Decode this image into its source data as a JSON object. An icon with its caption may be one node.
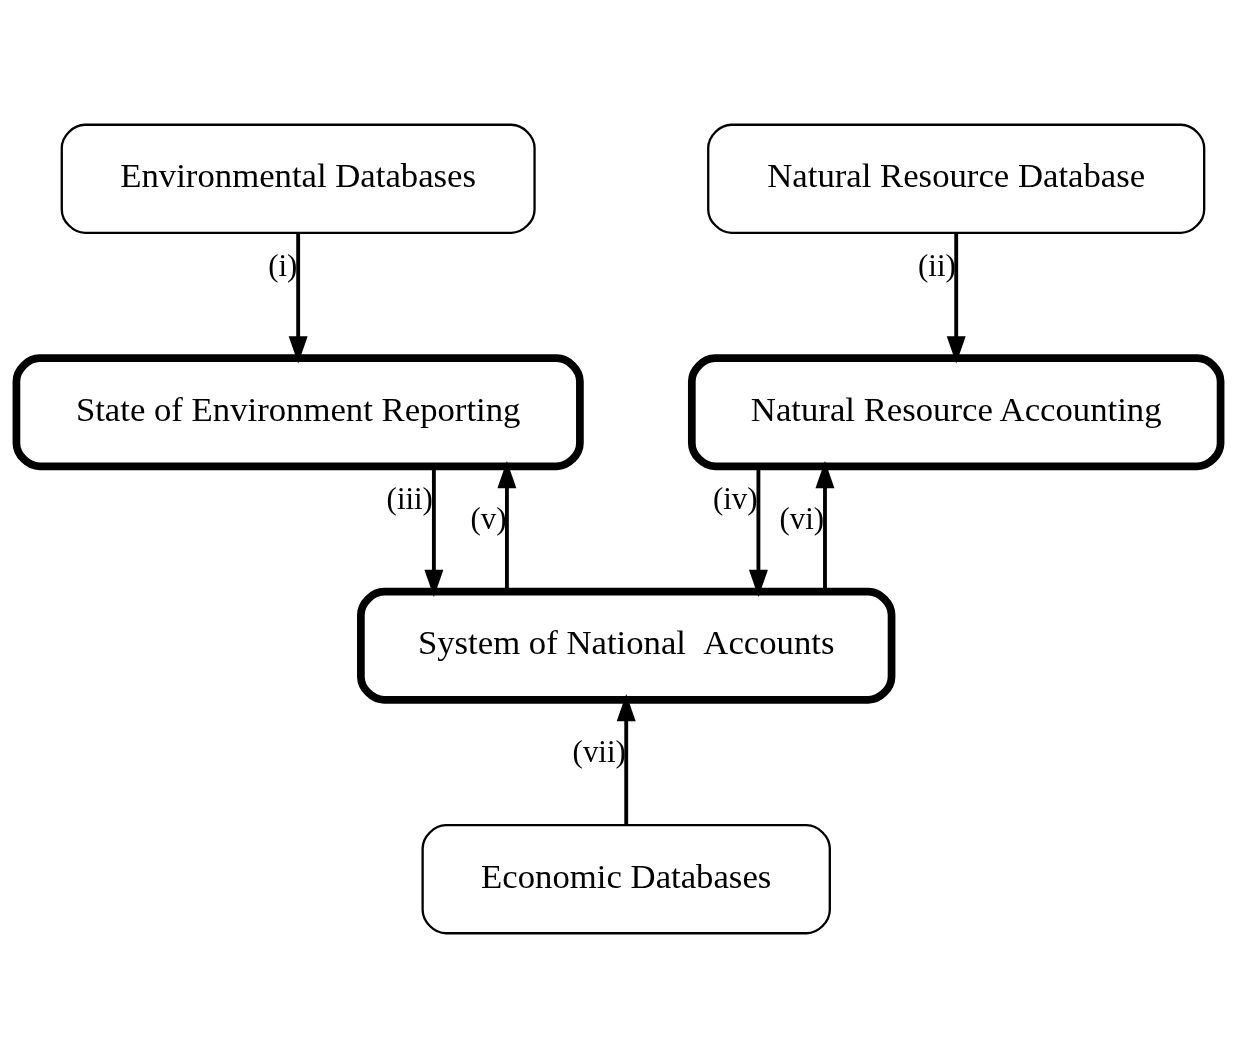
{
  "diagram": {
    "nodes": [
      {
        "text": [
          "Environmental Databases"
        ]
      },
      {
        "text": [
          "Natural Resource Database"
        ]
      },
      {
        "text": [
          "State of Environment Reporting"
        ]
      },
      {
        "text": [
          "Natural Resource Accounting"
        ]
      },
      {
        "text": [
          "System of National  Accounts"
        ]
      },
      {
        "text": [
          "Economic Databases"
        ]
      }
    ],
    "edges": [
      {
        "from": 0,
        "to": 2,
        "arrow": "to",
        "label": "(i)"
      },
      {
        "from": 1,
        "to": 3,
        "arrow": "to",
        "label": "(ii)"
      },
      {
        "from": 2,
        "to": 4,
        "arrow": "to",
        "label": "(iii)"
      },
      {
        "from": 3,
        "to": 4,
        "arrow": "to",
        "label": "(iv)"
      },
      {
        "from": 4,
        "to": 2,
        "arrow": "to",
        "label": "(v)"
      },
      {
        "from": 4,
        "to": 3,
        "arrow": "to",
        "label": "(vi)"
      },
      {
        "from": 5,
        "to": 4,
        "arrow": "to",
        "label": "(vii)"
      }
    ]
  }
}
